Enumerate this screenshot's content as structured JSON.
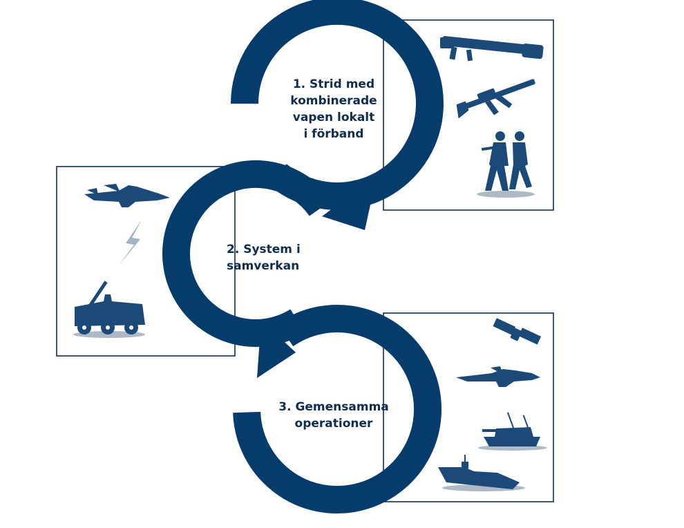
{
  "steps": [
    {
      "id": "1",
      "text": "1. Strid med\nkombinerade\nvapen lokalt\ni förband"
    },
    {
      "id": "2",
      "text": "2. System i\nsamverkan"
    },
    {
      "id": "3",
      "text": "3. Gemensamma\noperationer"
    }
  ],
  "icons": {
    "panel_1": [
      "rocket-launcher-icon",
      "assault-rifle-icon",
      "soldiers-icon"
    ],
    "panel_2": [
      "fighter-jet-icon",
      "lightning-icon",
      "artillery-vehicle-icon"
    ],
    "panel_3": [
      "satellite-icon",
      "fighter-jet-icon",
      "tank-icon",
      "naval-ship-icon"
    ]
  },
  "colors": {
    "ring": "#063c6b",
    "icon": "#1c4a78",
    "shadow": "#aeb9c7",
    "lightning": "#9fb2c6",
    "frame": "#0f2d4f"
  }
}
